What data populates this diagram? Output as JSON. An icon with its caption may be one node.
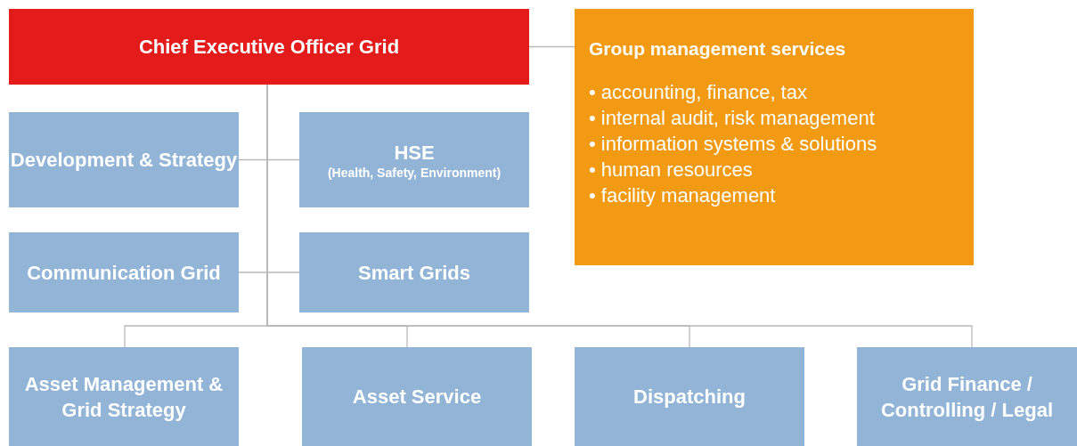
{
  "diagram": {
    "nodes": [
      {
        "text": [
          "Chief Executive Officer Grid"
        ]
      },
      {
        "text": [
          "Group management services",
          "• accounting, finance, tax",
          "• internal audit, risk management",
          "• information systems & solutions",
          "• human resources",
          "• facility management"
        ]
      },
      {
        "text": [
          "Development & Strategy"
        ]
      },
      {
        "text": [
          "HSE",
          "(Health, Safety, Environment)"
        ]
      },
      {
        "text": [
          "Communication Grid"
        ]
      },
      {
        "text": [
          "Smart Grids"
        ]
      },
      {
        "text": [
          "Asset Management & Grid Strategy"
        ]
      },
      {
        "text": [
          "Asset Service"
        ]
      },
      {
        "text": [
          "Dispatching"
        ]
      },
      {
        "text": [
          "Grid Finance / Controlling / Legal"
        ]
      }
    ],
    "edges": [
      {
        "from": 0,
        "to": 1,
        "arrow": "none"
      },
      {
        "from": 0,
        "to": 2,
        "arrow": "none"
      },
      {
        "from": 0,
        "to": 3,
        "arrow": "none"
      },
      {
        "from": 0,
        "to": 4,
        "arrow": "none"
      },
      {
        "from": 0,
        "to": 5,
        "arrow": "none"
      },
      {
        "from": 0,
        "to": 6,
        "arrow": "none"
      },
      {
        "from": 0,
        "to": 7,
        "arrow": "none"
      },
      {
        "from": 0,
        "to": 8,
        "arrow": "none"
      },
      {
        "from": 0,
        "to": 9,
        "arrow": "none"
      }
    ]
  }
}
